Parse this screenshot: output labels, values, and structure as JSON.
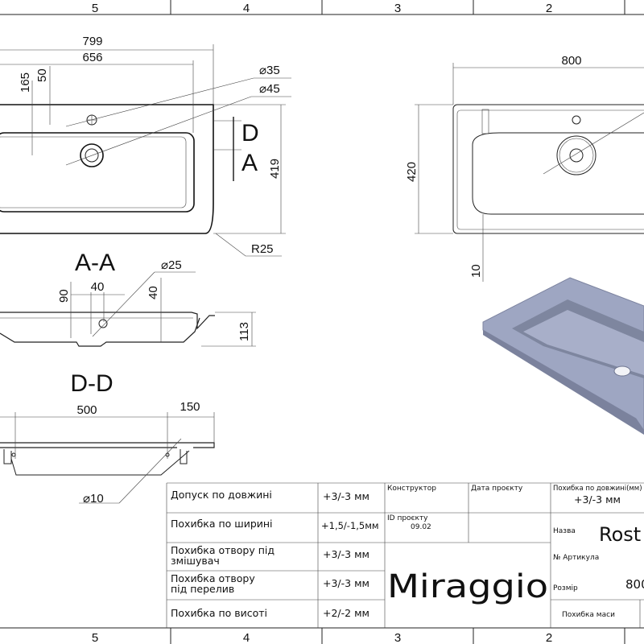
{
  "frame": {
    "zones_top": [
      "5",
      "4",
      "3",
      "2"
    ],
    "zones_bottom": [
      "5",
      "4",
      "3",
      "2"
    ]
  },
  "top_view": {
    "dims": {
      "overall_width": "799",
      "bowl_width": "656",
      "d165": "165",
      "d50": "50",
      "hole1": "35",
      "hole2": "45",
      "depth": "419",
      "radius": "R25"
    },
    "section_marks": {
      "d": "D",
      "a": "A"
    }
  },
  "right_view": {
    "dims": {
      "width": "800",
      "depth": "420",
      "d10": "10"
    }
  },
  "section_aa": {
    "title": "A-A",
    "dims": {
      "hole": "25",
      "d90": "90",
      "d40a": "40",
      "d40b": "40",
      "height": "113"
    }
  },
  "section_dd": {
    "title": "D-D",
    "dims": {
      "d500": "500",
      "d150": "150",
      "hole": "10"
    }
  },
  "diameter_symbol": "⌀",
  "tolerances": [
    {
      "label": "Допуск по довжині",
      "value": "+3/-3 мм"
    },
    {
      "label": "Похибка по ширині",
      "value": "+1,5/-1,5мм"
    },
    {
      "label": "Похибка отвору під змішувач",
      "value": "+3/-3 мм"
    },
    {
      "label": "Похибка отвору під перелив",
      "value": "+3/-3 мм"
    },
    {
      "label": "Похибка по висоті",
      "value": "+2/-2 мм"
    }
  ],
  "title_block": {
    "designer_label": "Конструктор",
    "date_label": "Дата проєкту",
    "project_id_label": "ID проєкту",
    "project_id": "09.02",
    "brand": "Miraggio",
    "length_tol_label": "Похибка по довжині(мм)",
    "length_tol": "+3/-3 мм",
    "name_label": "Назва",
    "name": "Rost",
    "article_label": "№ Артикула",
    "size_label": "Розмір",
    "size": "800",
    "mass_tol_label": "Похибка маси"
  },
  "colors": {
    "render": "#9ea6c2",
    "line": "#222222"
  }
}
